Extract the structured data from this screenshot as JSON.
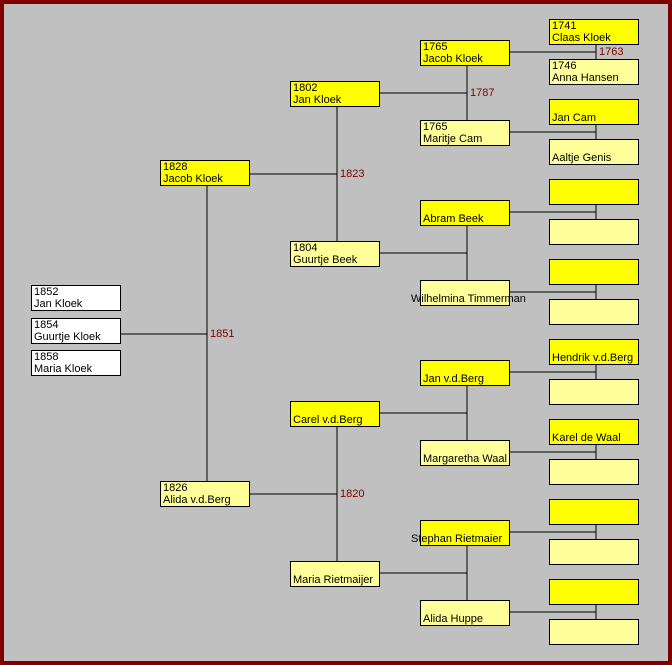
{
  "colors": {
    "father": "#ffff00",
    "mother": "#ffff99",
    "child": "#ffffff",
    "marriage_year": "#800000",
    "background": "#c0c0c0",
    "frame": "#800000"
  },
  "children": [
    {
      "year": "1852",
      "name": "Jan Kloek"
    },
    {
      "year": "1854",
      "name": "Guurtje Kloek"
    },
    {
      "year": "1858",
      "name": "Maria Kloek"
    }
  ],
  "generations": [
    {
      "people": [
        {
          "year": "1828",
          "name": "Jacob Kloek"
        },
        {
          "year": "1826",
          "name": "Alida v.d.Berg"
        }
      ],
      "marriages": [
        "1851"
      ]
    },
    {
      "people": [
        {
          "year": "1802",
          "name": "Jan Kloek"
        },
        {
          "year": "1804",
          "name": "Guurtje Beek"
        },
        {
          "year": "",
          "name": "Carel v.d.Berg"
        },
        {
          "year": "",
          "name": "Maria Rietmaijer"
        }
      ],
      "marriages": [
        "1823",
        "1820"
      ]
    },
    {
      "people": [
        {
          "year": "1765",
          "name": "Jacob Kloek"
        },
        {
          "year": "1765",
          "name": "Maritje Cam"
        },
        {
          "year": "",
          "name": "Abram Beek"
        },
        {
          "year": "",
          "name": "Wilhelmina Timmerman"
        },
        {
          "year": "",
          "name": "Jan v.d.Berg"
        },
        {
          "year": "",
          "name": "Margaretha Waal"
        },
        {
          "year": "",
          "name": "Stephan Rietmaier"
        },
        {
          "year": "",
          "name": "Alida Huppe"
        }
      ],
      "marriages": [
        "1787",
        "",
        "",
        ""
      ]
    },
    {
      "people": [
        {
          "year": "1741",
          "name": "Claas Kloek"
        },
        {
          "year": "1746",
          "name": "Anna Hansen"
        },
        {
          "year": "",
          "name": "Jan Cam"
        },
        {
          "year": "",
          "name": "Aaltje Genis"
        },
        {
          "year": "",
          "name": ""
        },
        {
          "year": "",
          "name": ""
        },
        {
          "year": "",
          "name": ""
        },
        {
          "year": "",
          "name": ""
        },
        {
          "year": "",
          "name": "Hendrik v.d.Berg"
        },
        {
          "year": "",
          "name": ""
        },
        {
          "year": "",
          "name": "Karel de Waal"
        },
        {
          "year": "",
          "name": ""
        },
        {
          "year": "",
          "name": ""
        },
        {
          "year": "",
          "name": ""
        },
        {
          "year": "",
          "name": ""
        },
        {
          "year": "",
          "name": ""
        }
      ],
      "marriages": [
        "1763",
        "",
        "",
        "",
        "",
        "",
        "",
        ""
      ]
    }
  ]
}
